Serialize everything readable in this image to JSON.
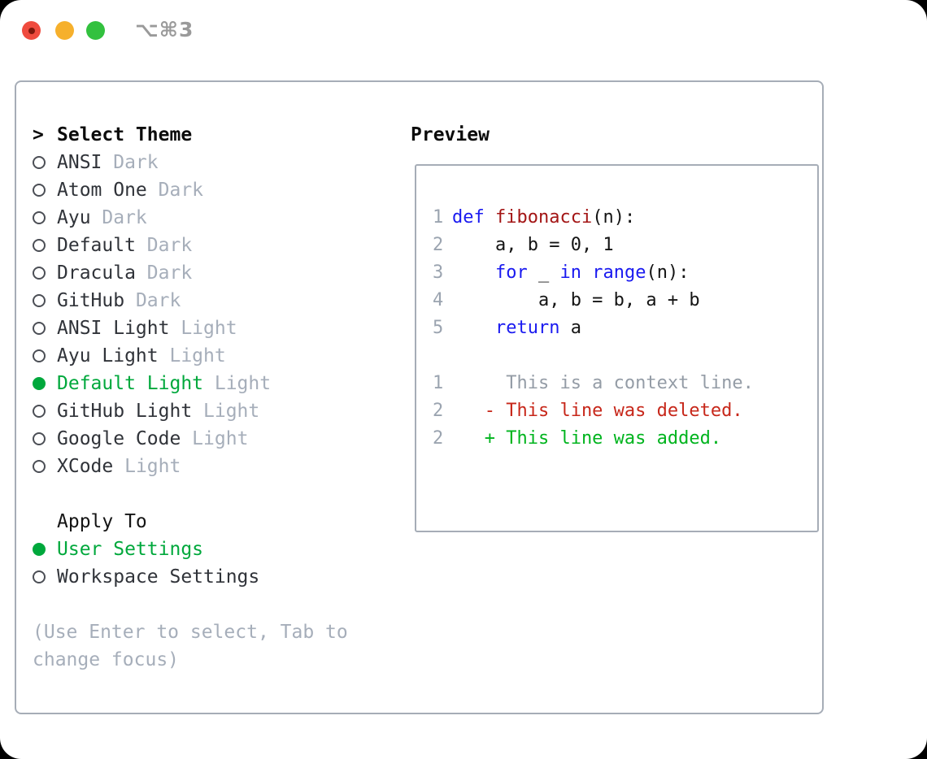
{
  "window": {
    "shortcut": "⌥⌘3"
  },
  "theme_panel": {
    "header": {
      "prefix": ">",
      "label": "Select Theme"
    },
    "items": [
      {
        "name": "ANSI",
        "variant": "Dark",
        "selected": false
      },
      {
        "name": "Atom One",
        "variant": "Dark",
        "selected": false
      },
      {
        "name": "Ayu",
        "variant": "Dark",
        "selected": false
      },
      {
        "name": "Default",
        "variant": "Dark",
        "selected": false
      },
      {
        "name": "Dracula",
        "variant": "Dark",
        "selected": false
      },
      {
        "name": "GitHub",
        "variant": "Dark",
        "selected": false
      },
      {
        "name": "ANSI Light",
        "variant": "Light",
        "selected": false
      },
      {
        "name": "Ayu Light",
        "variant": "Light",
        "selected": false
      },
      {
        "name": "Default Light",
        "variant": "Light",
        "selected": true
      },
      {
        "name": "GitHub Light",
        "variant": "Light",
        "selected": false
      },
      {
        "name": "Google Code",
        "variant": "Light",
        "selected": false
      },
      {
        "name": "XCode",
        "variant": "Light",
        "selected": false
      }
    ],
    "apply_to": {
      "label": "Apply To",
      "options": [
        {
          "label": "User Settings",
          "selected": true
        },
        {
          "label": "Workspace Settings",
          "selected": false
        }
      ]
    },
    "help": [
      "(Use Enter to select, Tab to",
      "change focus)"
    ]
  },
  "preview": {
    "title": "Preview",
    "lines": [
      {
        "num": "1",
        "tokens": [
          {
            "t": "def",
            "c": "kw"
          },
          {
            "t": " ",
            "c": "pl"
          },
          {
            "t": "fibonacci",
            "c": "fn"
          },
          {
            "t": "(n):",
            "c": "pl"
          }
        ]
      },
      {
        "num": "2",
        "tokens": [
          {
            "t": "    a, b = 0, 1",
            "c": "pl"
          }
        ]
      },
      {
        "num": "3",
        "tokens": [
          {
            "t": "    ",
            "c": "pl"
          },
          {
            "t": "for",
            "c": "kw"
          },
          {
            "t": " _ ",
            "c": "pl"
          },
          {
            "t": "in",
            "c": "kw"
          },
          {
            "t": " ",
            "c": "pl"
          },
          {
            "t": "range",
            "c": "kw"
          },
          {
            "t": "(n):",
            "c": "pl"
          }
        ]
      },
      {
        "num": "4",
        "tokens": [
          {
            "t": "        a, b = b, a + b",
            "c": "pl"
          }
        ]
      },
      {
        "num": "5",
        "tokens": [
          {
            "t": "    ",
            "c": "pl"
          },
          {
            "t": "return",
            "c": "kw"
          },
          {
            "t": " a",
            "c": "pl"
          }
        ]
      },
      {
        "num": "",
        "tokens": []
      },
      {
        "num": "1",
        "tokens": [
          {
            "t": "     This is a context line.",
            "c": "ctx"
          }
        ]
      },
      {
        "num": "2",
        "tokens": [
          {
            "t": "   - This line was deleted.",
            "c": "del"
          }
        ]
      },
      {
        "num": "2",
        "tokens": [
          {
            "t": "   + This line was added.",
            "c": "add"
          }
        ]
      }
    ]
  },
  "colors": {
    "accent-green": "#00a83c",
    "diff-add": "#00b41e",
    "diff-del": "#c7271a",
    "keyword-blue": "#1a1af0",
    "func-red": "#a31515",
    "muted-gray": "#a6aeba",
    "line-num": "#9ba4b0",
    "context-gray": "#949ca6",
    "border-gray": "#a6adb7",
    "text-dark": "#303339",
    "traffic-red": "#ef4b3e",
    "traffic-red-dot": "#7e180c",
    "traffic-yellow": "#f6b02c",
    "traffic-green": "#32c13e"
  }
}
